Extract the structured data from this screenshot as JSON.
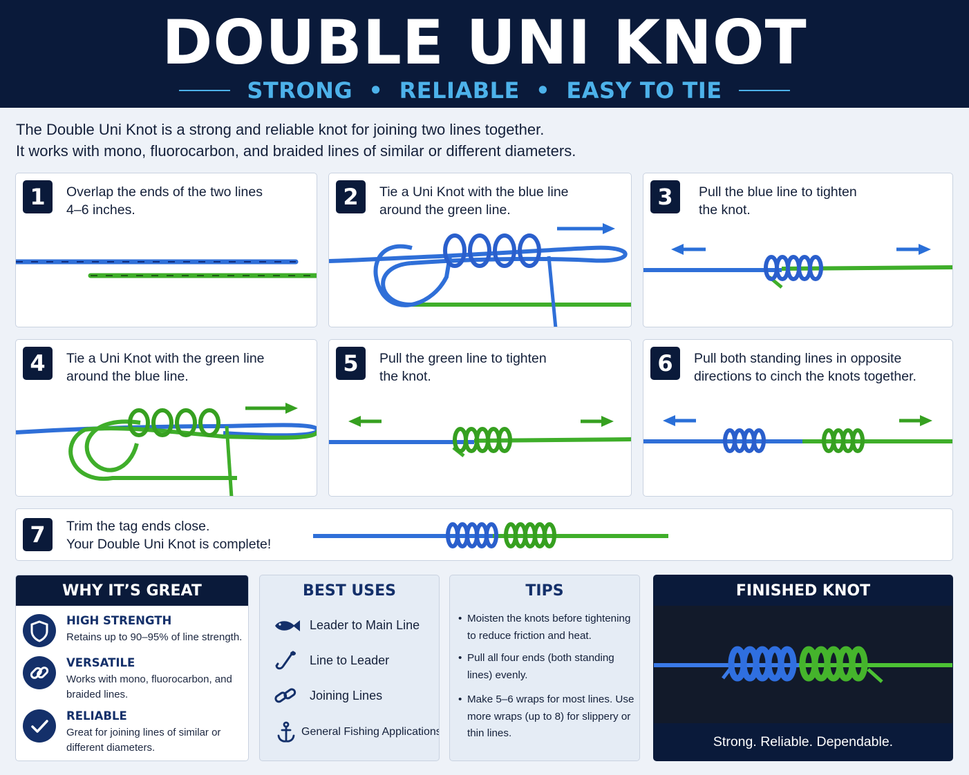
{
  "header": {
    "title": "DOUBLE UNI KNOT",
    "tagline": "STRONG  •  RELIABLE  •  EASY TO TIE"
  },
  "intro": {
    "line1": "The Double Uni Knot is a strong and reliable knot for joining two lines together.",
    "line2": "It works with mono, fluorocarbon, and braided lines of similar or different diameters."
  },
  "steps": [
    {
      "number": "1",
      "text": "Overlap the ends of the two lines\n4–6 inches."
    },
    {
      "number": "2",
      "text": "Tie a Uni Knot with the blue line\naround the green line."
    },
    {
      "number": "3",
      "text": "Pull the blue line to tighten\nthe knot."
    },
    {
      "number": "4",
      "text": "Tie a Uni Knot with the green line\naround the blue line."
    },
    {
      "number": "5",
      "text": "Pull the green line to tighten\nthe knot."
    },
    {
      "number": "6",
      "text": "Pull both standing lines in opposite\ndirections to cinch the knots together."
    },
    {
      "number": "7",
      "text": "Trim the tag ends close.\nYour Double Uni Knot is complete!"
    }
  ],
  "why_great": {
    "title": "WHY IT’S GREAT",
    "items": [
      {
        "name": "HIGH STRENGTH",
        "desc": "Retains up to 90–95% of line strength.",
        "icon": "shield-icon"
      },
      {
        "name": "VERSATILE",
        "desc": "Works with mono, fluorocarbon, and braided lines.",
        "icon": "link-icon"
      },
      {
        "name": "RELIABLE",
        "desc": "Great for joining lines of similar or different diameters.",
        "icon": "check-icon"
      }
    ]
  },
  "best_uses": {
    "title": "BEST USES",
    "items": [
      {
        "label": "Leader to Main Line",
        "icon": "fish-icon"
      },
      {
        "label": "Line to Leader",
        "icon": "hook-icon"
      },
      {
        "label": "Joining Lines",
        "icon": "chain-icon"
      },
      {
        "label": "General Fishing Applications",
        "icon": "anchor-icon"
      }
    ]
  },
  "tips": {
    "title": "TIPS",
    "bullet": "•",
    "items": [
      "Moisten the knots before tightening to reduce friction and heat.",
      "Pull all four ends (both standing lines) evenly.",
      "Make 5–6 wraps for most lines. Use more wraps (up to 8) for slippery or thin lines."
    ]
  },
  "finished": {
    "title": "FINISHED KNOT",
    "caption": "Strong. Reliable. Dependable."
  },
  "colors": {
    "navy": "#0a1a3a",
    "accent_blue": "#4db2ea",
    "line_blue": "#2f6fd8",
    "line_green": "#3fae2a"
  }
}
